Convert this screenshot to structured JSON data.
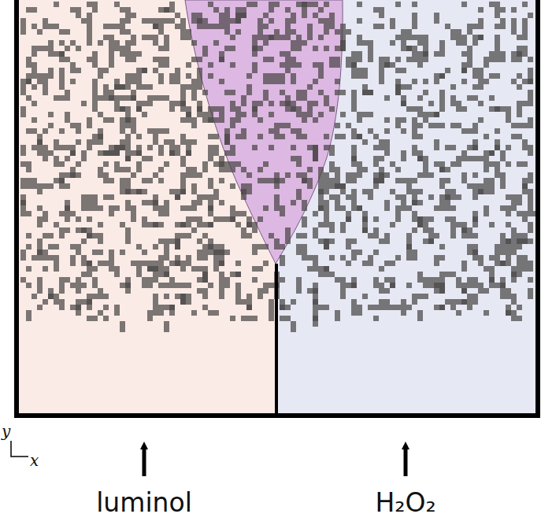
{
  "diagram": {
    "labels": [
      "luminol",
      "H₂O₂",
      "y",
      "x"
    ]
  }
}
